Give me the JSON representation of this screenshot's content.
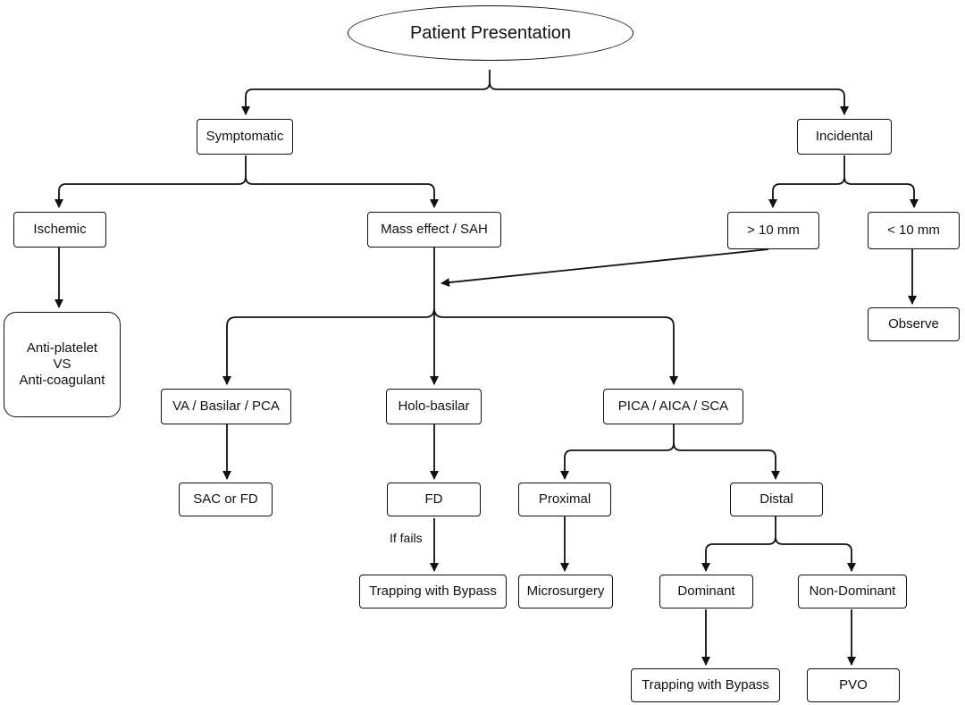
{
  "nodes": {
    "patient_presentation": "Patient Presentation",
    "symptomatic": "Symptomatic",
    "incidental": "Incidental",
    "ischemic": "Ischemic",
    "mass_effect_sah": "Mass effect / SAH",
    "gt_10mm": "> 10 mm",
    "lt_10mm": "< 10 mm",
    "observe": "Observe",
    "anti_platelet": "Anti-platelet",
    "vs": "VS",
    "anti_coagulant": "Anti-coagulant",
    "va_basilar_pca": "VA / Basilar / PCA",
    "holo_basilar": "Holo-basilar",
    "pica_aica_sca": "PICA / AICA / SCA",
    "sac_or_fd": "SAC or FD",
    "fd": "FD",
    "proximal": "Proximal",
    "distal": "Distal",
    "trapping_bypass_1": "Trapping with Bypass",
    "microsurgery": "Microsurgery",
    "dominant": "Dominant",
    "non_dominant": "Non-Dominant",
    "trapping_bypass_2": "Trapping with Bypass",
    "pvo": "PVO"
  },
  "edge_labels": {
    "if_fails": "If fails"
  },
  "colors": {
    "stroke": "#111111",
    "background": "#ffffff"
  }
}
